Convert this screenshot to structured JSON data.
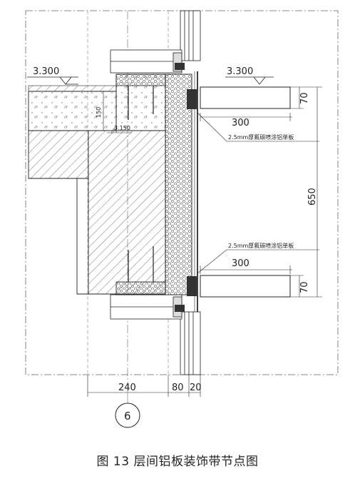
{
  "elevations": {
    "left": "3.300",
    "right": "3.300",
    "beam_bottom": "3.150"
  },
  "dimensions": {
    "beam_depth": "150",
    "panel_projection_top": "300",
    "panel_projection_bottom": "300",
    "panel_thickness_top": "70",
    "panel_thickness_bottom": "70",
    "band_height": "650",
    "wall_thickness": "240",
    "insulation_thickness": "80",
    "air_gap": "20"
  },
  "notes": {
    "panel_top": "2.5mm厚氟碳喷涂铝单板",
    "panel_bottom": "2.5mm厚氟碳喷涂铝单板"
  },
  "axis_label": "6",
  "caption": "图 13  层间铝板装饰带节点图"
}
